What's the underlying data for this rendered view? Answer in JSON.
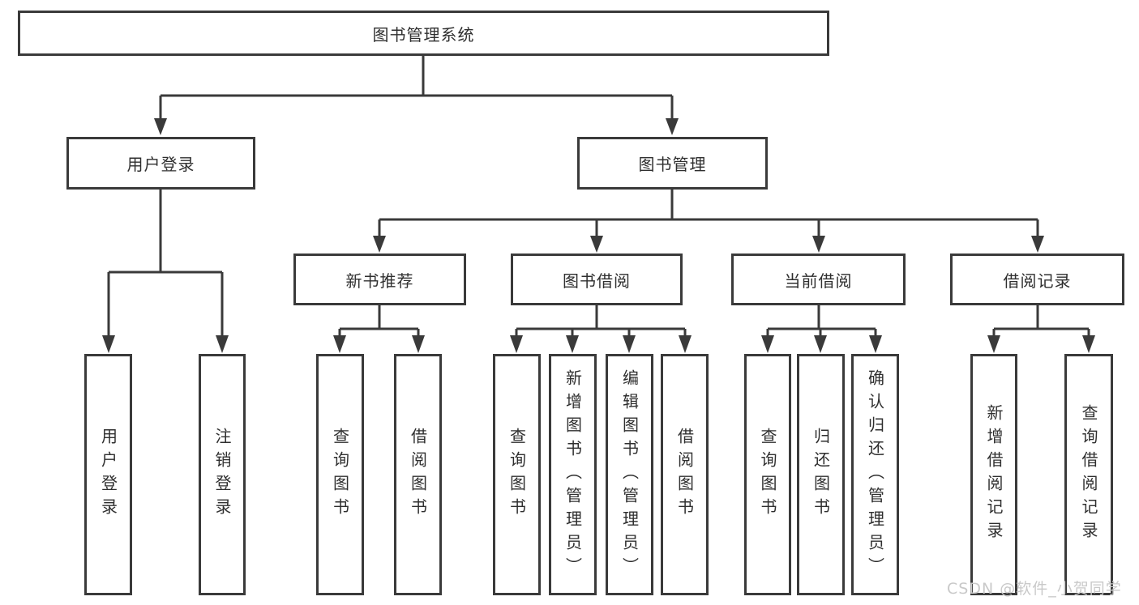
{
  "diagram": {
    "title": "图书管理系统",
    "type_hint": "hierarchy-tree",
    "colors": {
      "line": "#3a3a3a",
      "text": "#2f2f2f",
      "watermark": "#c9c9c9",
      "background": "#ffffff"
    },
    "structure": {
      "label": "图书管理系统",
      "children": [
        {
          "label": "用户登录",
          "children": [
            {
              "label": "用户登录"
            },
            {
              "label": "注销登录"
            }
          ]
        },
        {
          "label": "图书管理",
          "children": [
            {
              "label": "新书推荐",
              "children": [
                {
                  "label": "查询图书"
                },
                {
                  "label": "借阅图书"
                }
              ]
            },
            {
              "label": "图书借阅",
              "children": [
                {
                  "label": "查询图书"
                },
                {
                  "label": "新增图书（管理员）"
                },
                {
                  "label": "编辑图书（管理员）"
                },
                {
                  "label": "借阅图书"
                }
              ]
            },
            {
              "label": "当前借阅",
              "children": [
                {
                  "label": "查询图书"
                },
                {
                  "label": "归还图书"
                },
                {
                  "label": "确认归还（管理员）"
                }
              ]
            },
            {
              "label": "借阅记录",
              "children": [
                {
                  "label": "新增借阅记录"
                },
                {
                  "label": "查询借阅记录"
                }
              ]
            }
          ]
        }
      ]
    },
    "watermark": {
      "text": "CSDN @软件_小贺同学"
    }
  }
}
